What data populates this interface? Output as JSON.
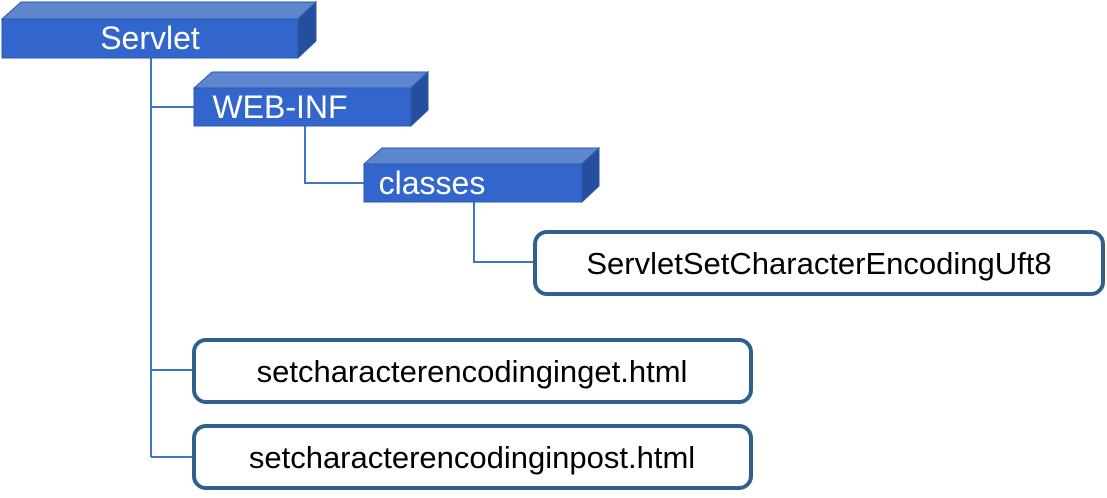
{
  "tree": {
    "root_folder": {
      "label": "Servlet",
      "kind": "folder"
    },
    "webinf_folder": {
      "label": "WEB-INF",
      "kind": "folder"
    },
    "classes_folder": {
      "label": "classes",
      "kind": "folder"
    },
    "servlet_class": {
      "label": "ServletSetCharacterEncodingUft8",
      "kind": "file"
    },
    "get_html": {
      "label": "setcharacterencodinginget.html",
      "kind": "file"
    },
    "post_html": {
      "label": "setcharacterencodinginpost.html",
      "kind": "file"
    }
  },
  "colors": {
    "folder_front": "#3366cc",
    "folder_top": "#5d86cf",
    "folder_side": "#254f9e",
    "folder_border": "#2c5aa8",
    "file_border": "#2f5f8f",
    "connector": "#3f74c4"
  }
}
